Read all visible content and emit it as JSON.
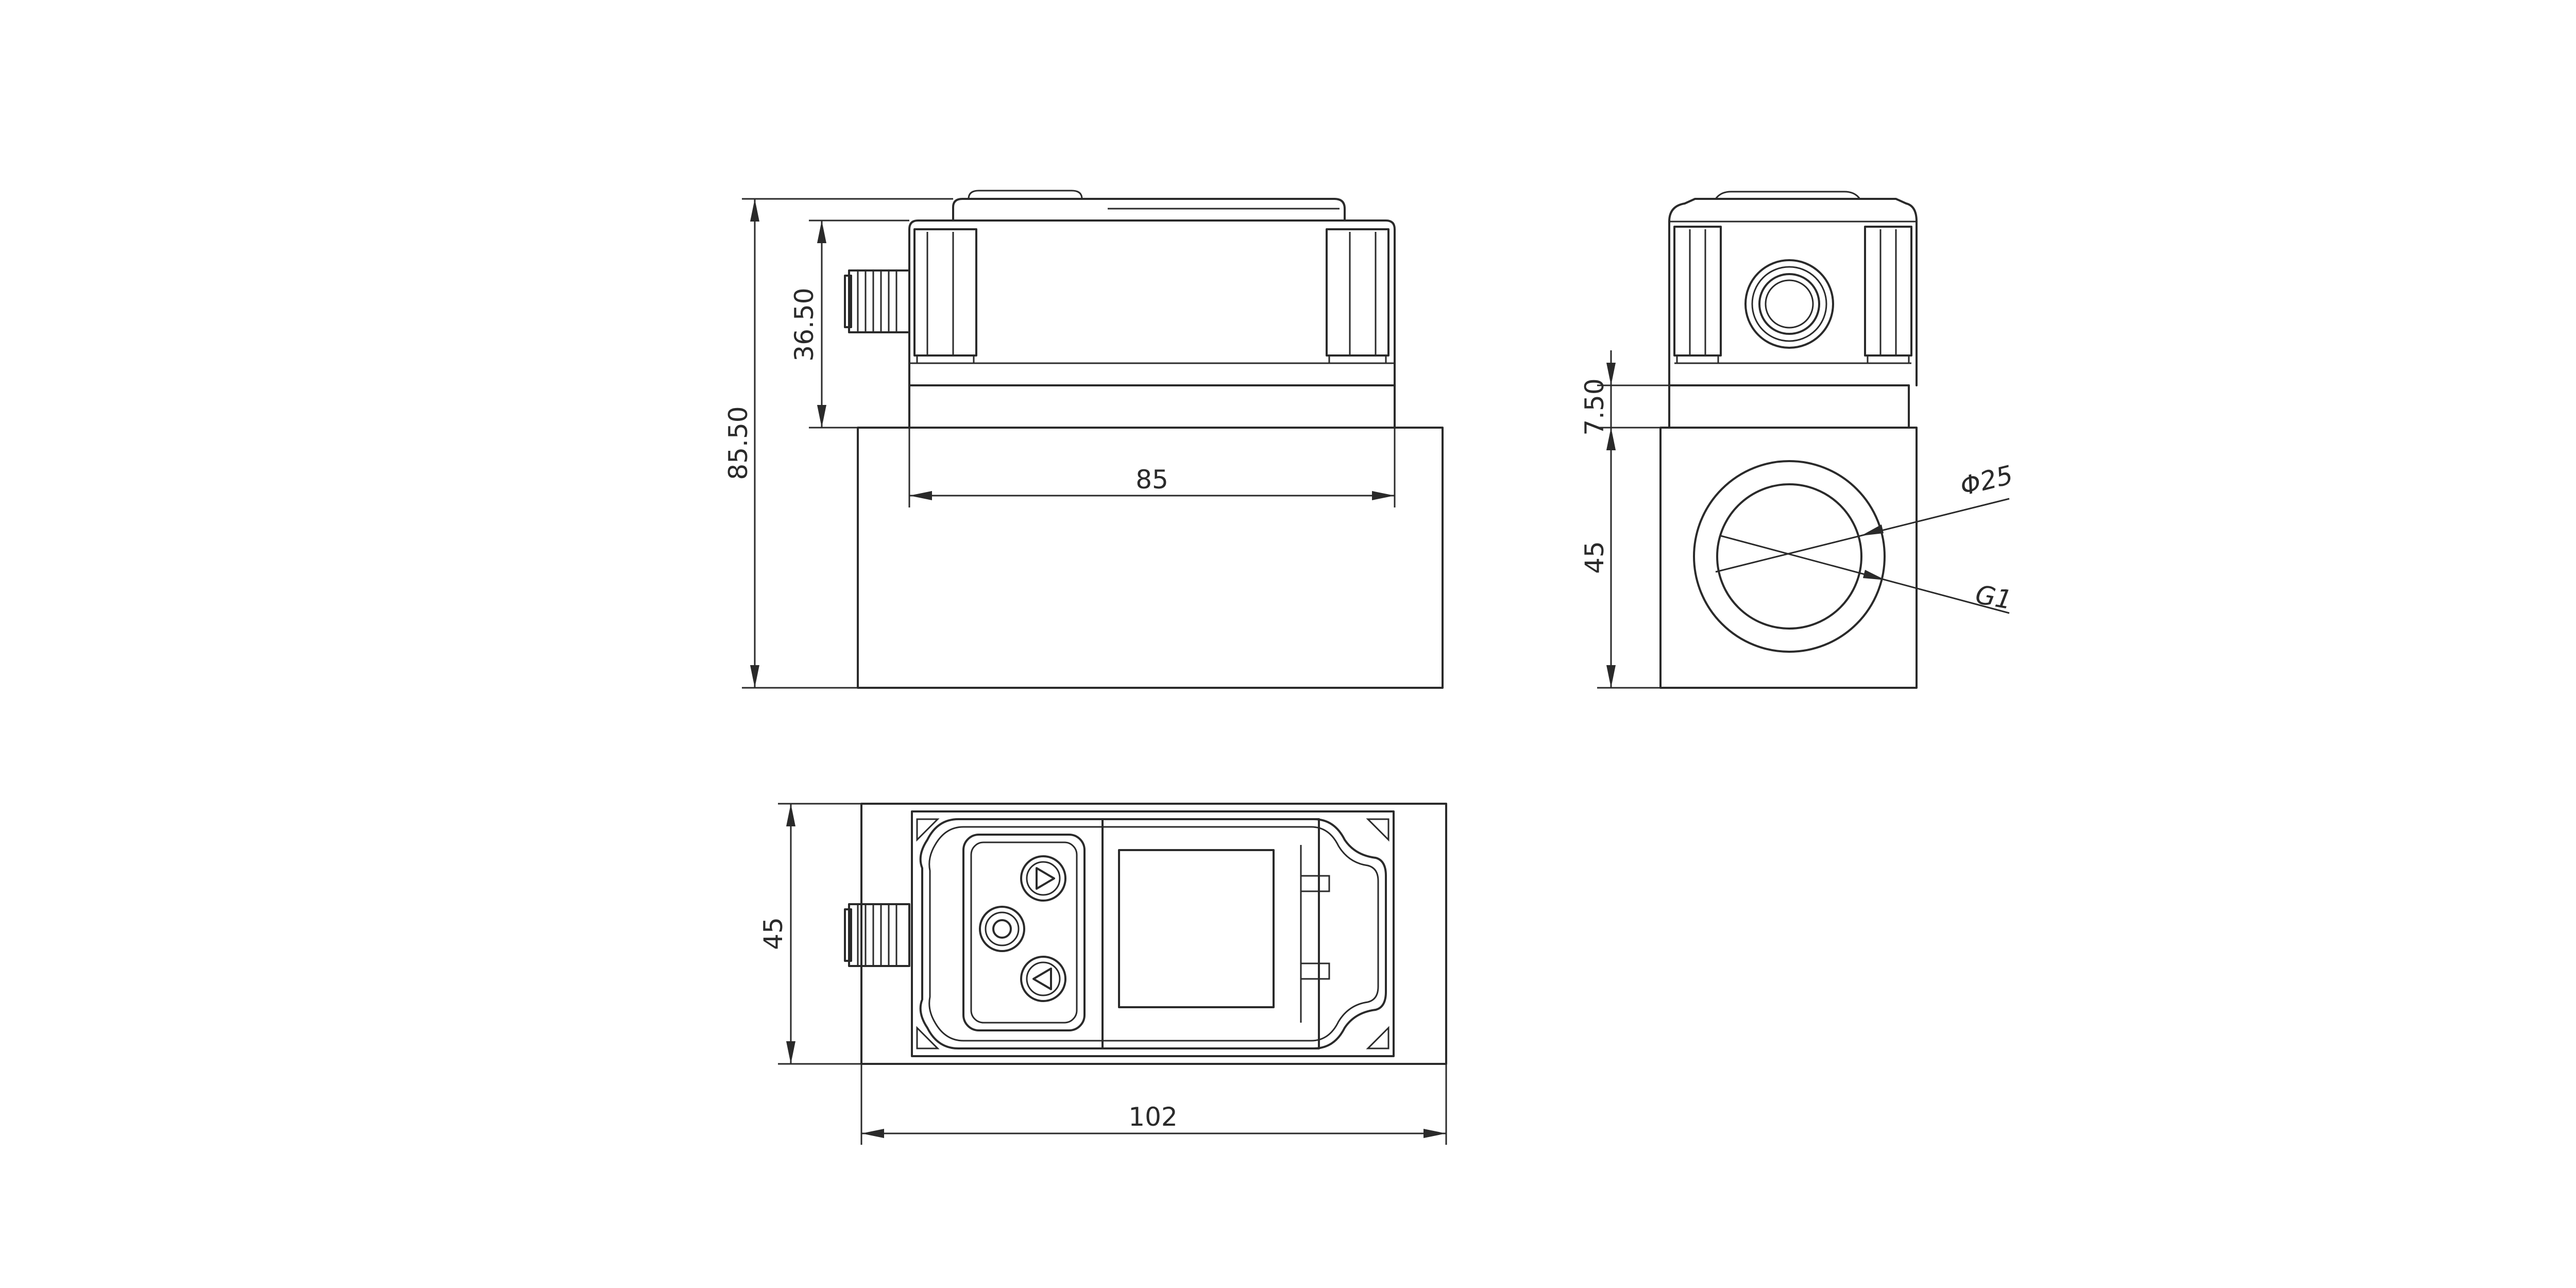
{
  "views": {
    "front": {
      "overall_height": "85.50",
      "head_height": "36.50",
      "head_width": "85"
    },
    "side": {
      "step_height": "7.50",
      "body_height": "45",
      "bore_diameter": "Φ25",
      "thread": "G1"
    },
    "top": {
      "width": "45",
      "length": "102"
    }
  },
  "colors": {
    "line": "#2a2a2a",
    "background": "#ffffff"
  }
}
